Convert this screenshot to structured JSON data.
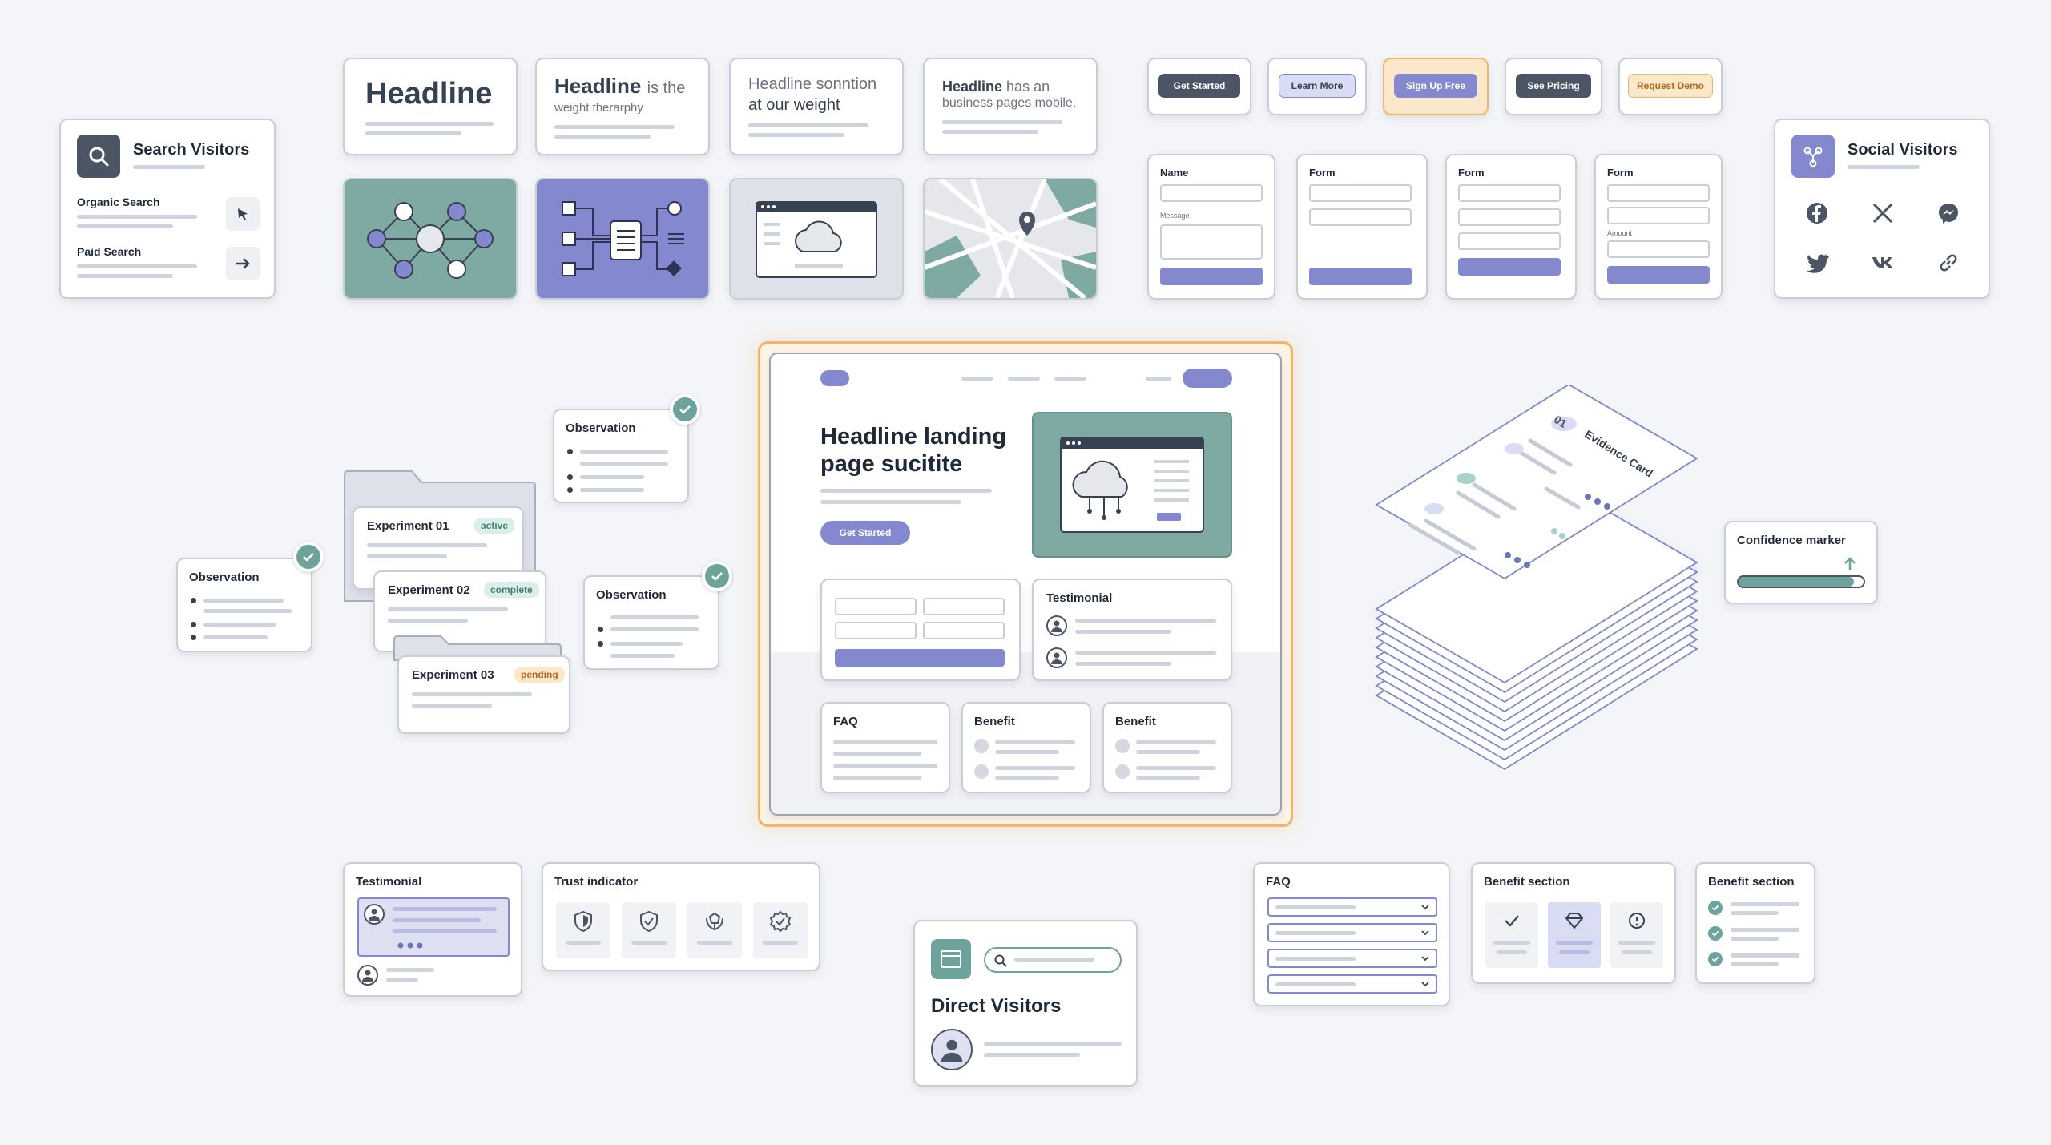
{
  "search_card": {
    "title": "Search Visitors",
    "items": [
      "Organic Search",
      "Paid Search"
    ]
  },
  "headlines": [
    {
      "main": "Headline"
    },
    {
      "main": "Headline",
      "suffix": "is the",
      "sub": "weight therarphy"
    },
    {
      "main": "Headline",
      "suffix": "sonntion",
      "sub": "at our weight"
    },
    {
      "main": "Headline",
      "suffix": "has an",
      "sub": "business pages mobile."
    }
  ],
  "buttons": [
    {
      "label": "Get Started",
      "bg": "#4b5563",
      "color": "#ffffff"
    },
    {
      "label": "Learn More",
      "bg": "#d9dcf2",
      "color": "#374151"
    },
    {
      "label": "Sign Up Free",
      "bg": "#8489cf",
      "color": "#ffffff"
    },
    {
      "label": "See Pricing",
      "bg": "#4b5563",
      "color": "#ffffff"
    },
    {
      "label": "Request Demo",
      "bg": "#fbe7c9",
      "color": "#b26a1c"
    }
  ],
  "forms": [
    {
      "title": "Name",
      "field_label": "Message"
    },
    {
      "title": "Form"
    },
    {
      "title": "Form"
    },
    {
      "title": "Form",
      "field_label": "Amount"
    }
  ],
  "social_card": {
    "title": "Social Visitors"
  },
  "experiments": [
    {
      "title": "Experiment 01",
      "status": "active"
    },
    {
      "title": "Experiment 02",
      "status": "complete"
    },
    {
      "title": "Experiment 03",
      "status": "pending"
    }
  ],
  "observations": [
    "Observation",
    "Observation",
    "Observation"
  ],
  "landing": {
    "headline": "Headline landing page suсititе",
    "cta": "Get Started",
    "testimonial": "Testimonial",
    "faq": "FAQ",
    "benefit1": "Benefit",
    "benefit2": "Benefit"
  },
  "evidence": {
    "number": "01",
    "title": "Evidence Card"
  },
  "confidence": {
    "title": "Confidence marker"
  },
  "bottom": {
    "testimonial": "Testimonial",
    "trust": "Trust indicator",
    "direct": "Direct Visitors",
    "faq": "FAQ",
    "benefit_a": "Benefit section",
    "benefit_b": "Benefit section"
  },
  "colors": {
    "teal": "#6ea39c",
    "purple": "#8489cf",
    "orange": "#f0b56a",
    "slate": "#4b5563"
  }
}
